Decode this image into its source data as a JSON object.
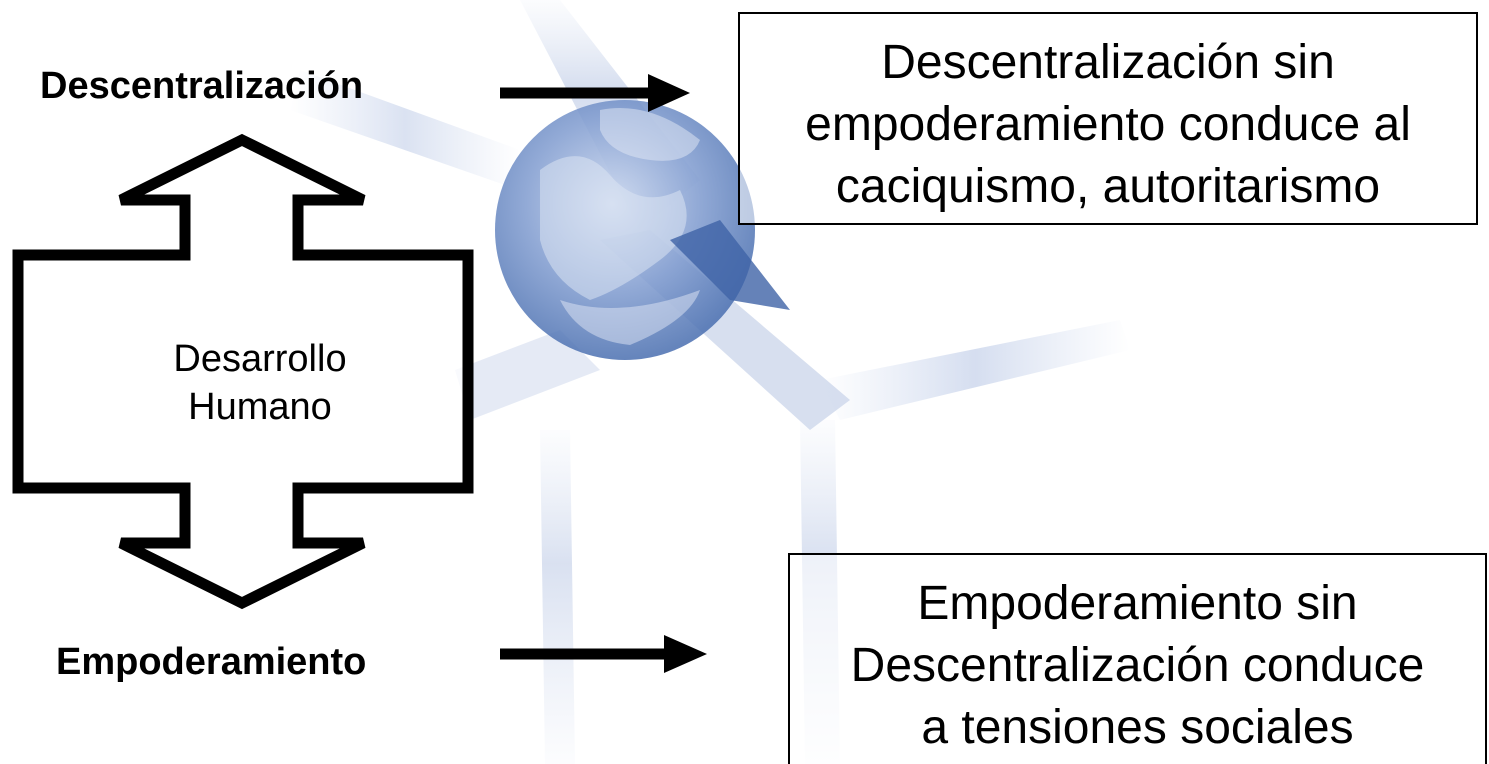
{
  "diagram": {
    "left_labels": {
      "top": "Descentralización",
      "bottom": "Empoderamiento"
    },
    "center_label_lines": [
      "Desarrollo",
      "Humano"
    ],
    "box_top_lines": [
      "Descentralización sin",
      "empoderamiento conduce al",
      "caciquismo, autoritarismo"
    ],
    "box_bottom_lines": [
      "Empoderamiento sin",
      "Descentralización conduce",
      "a tensiones sociales"
    ]
  },
  "colors": {
    "text": "#000000",
    "background": "#ffffff",
    "background_art": "#4a6fb0"
  }
}
